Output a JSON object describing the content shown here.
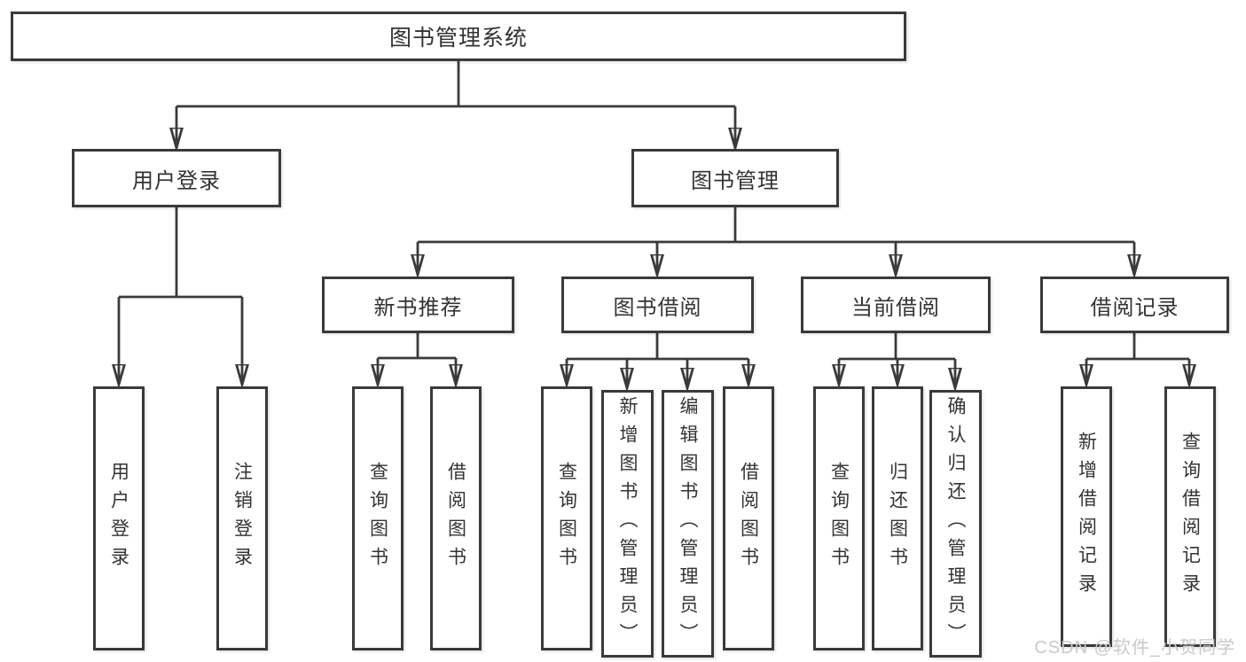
{
  "tree": {
    "label": "图书管理系统",
    "children": [
      {
        "label": "用户登录",
        "children": [
          {
            "label": "用户登录"
          },
          {
            "label": "注销登录"
          }
        ]
      },
      {
        "label": "图书管理",
        "children": [
          {
            "label": "新书推荐",
            "children": [
              {
                "label": "查询图书"
              },
              {
                "label": "借阅图书"
              }
            ]
          },
          {
            "label": "图书借阅",
            "children": [
              {
                "label": "查询图书"
              },
              {
                "label": "新增图书（管理员）"
              },
              {
                "label": "编辑图书（管理员）"
              },
              {
                "label": "借阅图书"
              }
            ]
          },
          {
            "label": "当前借阅",
            "children": [
              {
                "label": "查询图书"
              },
              {
                "label": "归还图书"
              },
              {
                "label": "确认归还（管理员）"
              }
            ]
          },
          {
            "label": "借阅记录",
            "children": [
              {
                "label": "新增借阅记录"
              },
              {
                "label": "查询借阅记录"
              }
            ]
          }
        ]
      }
    ]
  },
  "watermark": {
    "text": "CSDN @软件_小贺同学"
  },
  "colors": {
    "line": "#3a3a3a",
    "text": "#333333",
    "background": "#ffffff",
    "watermark": "#c9c9c9"
  }
}
